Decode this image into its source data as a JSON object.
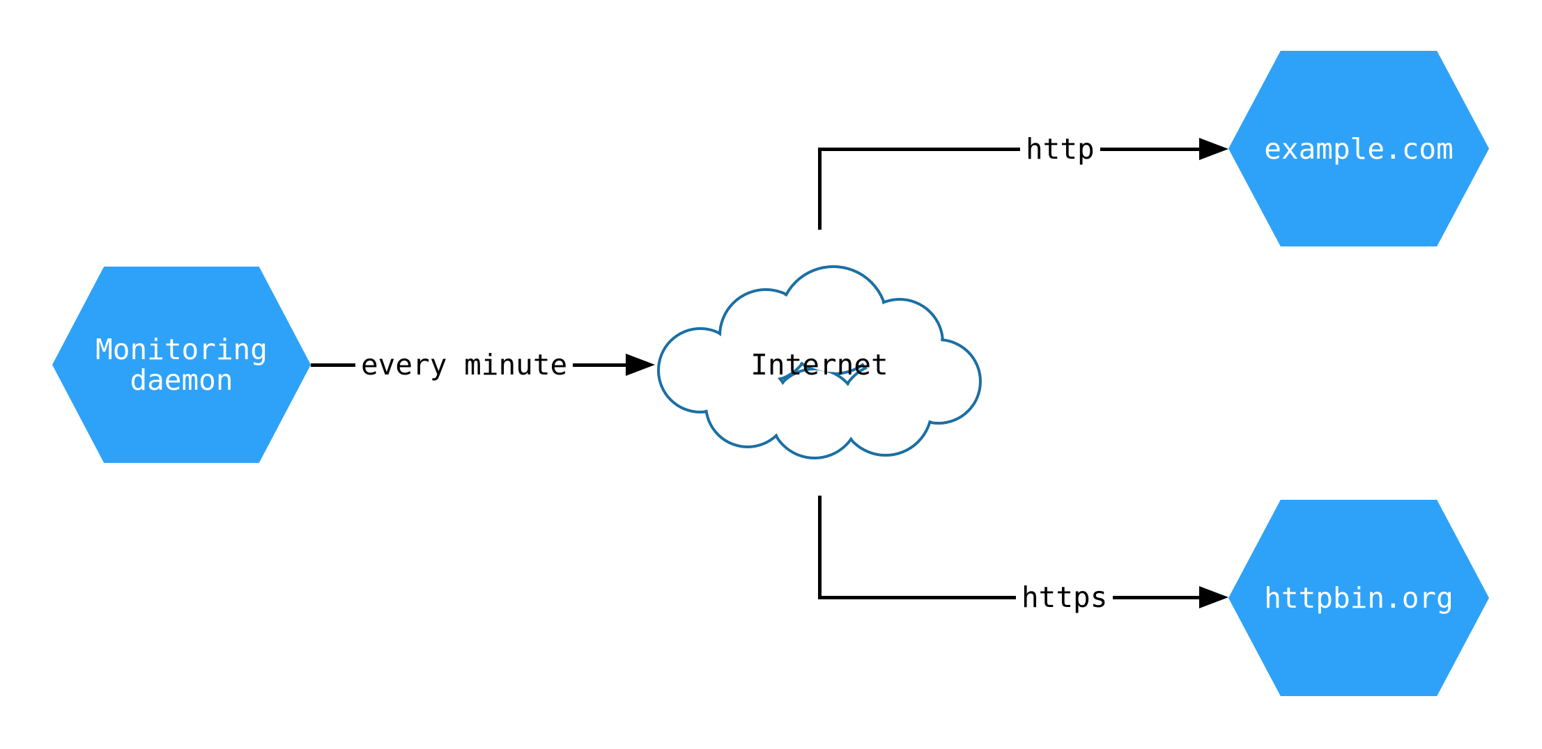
{
  "colors": {
    "node_fill": "#2EA2F8",
    "node_text": "#ffffff",
    "cloud_stroke": "#1B6FA4",
    "cloud_fill": "#ffffff",
    "edge_color": "#000000",
    "bg": "#ffffff"
  },
  "nodes": {
    "monitoring": {
      "line1": "Monitoring",
      "line2": "daemon"
    },
    "internet": {
      "label": "Internet"
    },
    "example": {
      "label": "example.com"
    },
    "httpbin": {
      "label": "httpbin.org"
    }
  },
  "edges": {
    "every_minute": {
      "label": "every minute"
    },
    "http": {
      "label": "http"
    },
    "https": {
      "label": "https"
    }
  }
}
